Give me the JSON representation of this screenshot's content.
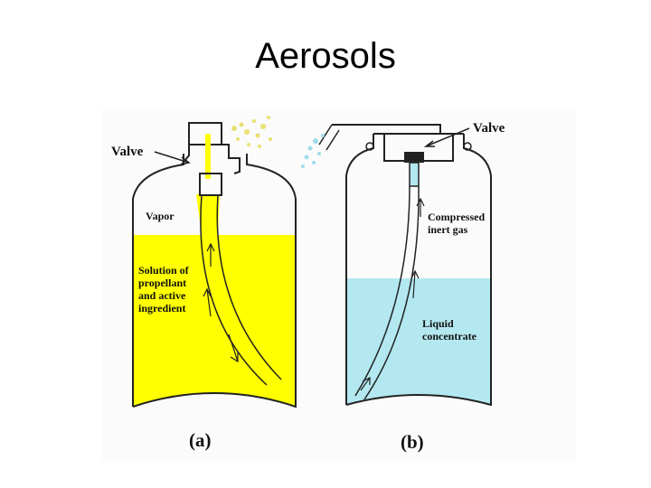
{
  "slide": {
    "title": "Aerosols"
  },
  "colors": {
    "propellant_solution": "#ffff00",
    "liquid_concentrate": "#b3e8f0",
    "outline": "#222222",
    "spray_yellow": "#e8e070",
    "spray_blue": "#9fdcec"
  },
  "figure": {
    "panel_a": {
      "caption": "(a)",
      "valve_label": "Valve",
      "vapor_label": "Vapor",
      "solution_label": [
        "Solution of",
        "propellant",
        "and active",
        "ingredient"
      ]
    },
    "panel_b": {
      "caption": "(b)",
      "valve_label": "Valve",
      "gas_label": [
        "Compressed",
        "inert gas"
      ],
      "liquid_label": [
        "Liquid",
        "concentrate"
      ]
    }
  }
}
